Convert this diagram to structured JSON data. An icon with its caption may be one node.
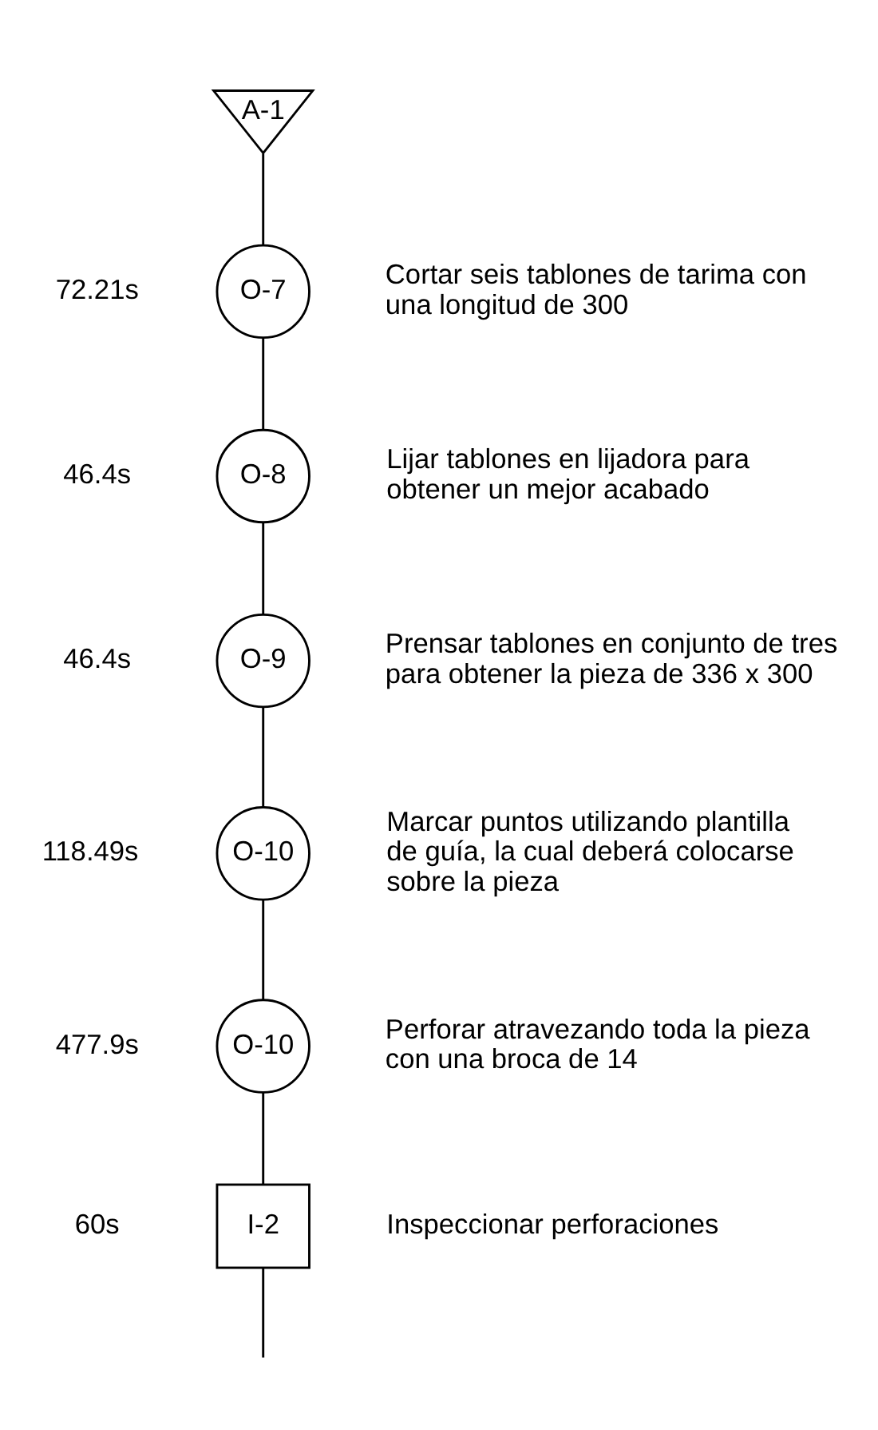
{
  "diagram": {
    "nodes": [
      {
        "text": [
          "A-1"
        ]
      },
      {
        "text": [
          "O-7"
        ],
        "beside": [
          "72.21s",
          "Cortar seis tablones de tarima con una longitud de 300"
        ]
      },
      {
        "text": [
          "O-8"
        ],
        "beside": [
          "46.4s",
          "Lijar tablones en lijadora para obtener un mejor acabado"
        ]
      },
      {
        "text": [
          "O-9"
        ],
        "beside": [
          "46.4s",
          "Prensar tablones en conjunto de tres para obtener la pieza de 336 x 300"
        ]
      },
      {
        "text": [
          "O-10"
        ],
        "beside": [
          "118.49s",
          "Marcar puntos utilizando plantilla de guía, la cual deberá colocarse sobre la pieza"
        ]
      },
      {
        "text": [
          "O-10"
        ],
        "beside": [
          "477.9s",
          "Perforar atravezando toda la pieza con una broca de 14"
        ]
      },
      {
        "text": [
          "I-2"
        ],
        "beside": [
          "60s",
          "Inspeccionar perforaciones"
        ]
      }
    ],
    "edges": [
      {
        "from": 0,
        "to": 1,
        "arrow": "none"
      },
      {
        "from": 1,
        "to": 2,
        "arrow": "none"
      },
      {
        "from": 2,
        "to": 3,
        "arrow": "none"
      },
      {
        "from": 3,
        "to": 4,
        "arrow": "none"
      },
      {
        "from": 4,
        "to": 5,
        "arrow": "none"
      },
      {
        "from": 5,
        "to": 6,
        "arrow": "none"
      },
      {
        "from": 6,
        "to": null,
        "arrow": "none"
      }
    ]
  }
}
